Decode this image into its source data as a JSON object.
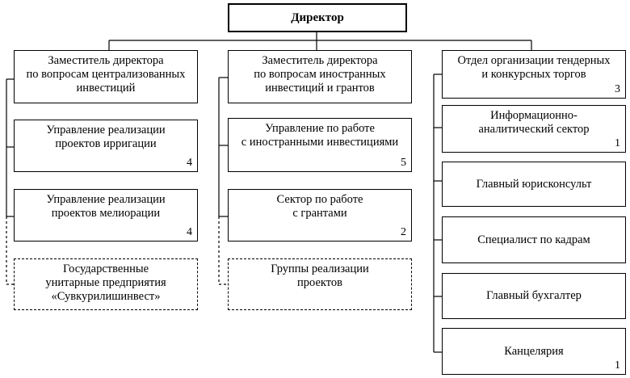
{
  "director": "Директор",
  "columns": [
    {
      "head": "Заместитель директора\nпо вопросам централизованных\nинвестиций",
      "units": [
        {
          "label": "Управление реализации\nпроектов ирригации",
          "count": "4"
        },
        {
          "label": "Управление реализации\nпроектов мелиорации",
          "count": "4"
        }
      ],
      "subordinate": "Государственные\nунитарные предприятия\n«Сувкурилишинвест»"
    },
    {
      "head": "Заместитель директора\nпо вопросам иностранных\nинвестиций и грантов",
      "units": [
        {
          "label": "Управление по работе\nс иностранными инвестициями",
          "count": "5"
        },
        {
          "label": "Сектор по работе\nс грантами",
          "count": "2"
        }
      ],
      "subordinate": "Группы реализации\nпроектов"
    }
  ],
  "direct_units": [
    {
      "label": "Отдел организации тендерных\nи конкурсных торгов",
      "count": "3"
    },
    {
      "label": "Информационно-\nаналитический сектор",
      "count": "1"
    },
    {
      "label": "Главный юрисконсульт",
      "count": ""
    },
    {
      "label": "Специалист по кадрам",
      "count": ""
    },
    {
      "label": "Главный бухгалтер",
      "count": ""
    },
    {
      "label": "Канцелярия",
      "count": "1"
    }
  ]
}
